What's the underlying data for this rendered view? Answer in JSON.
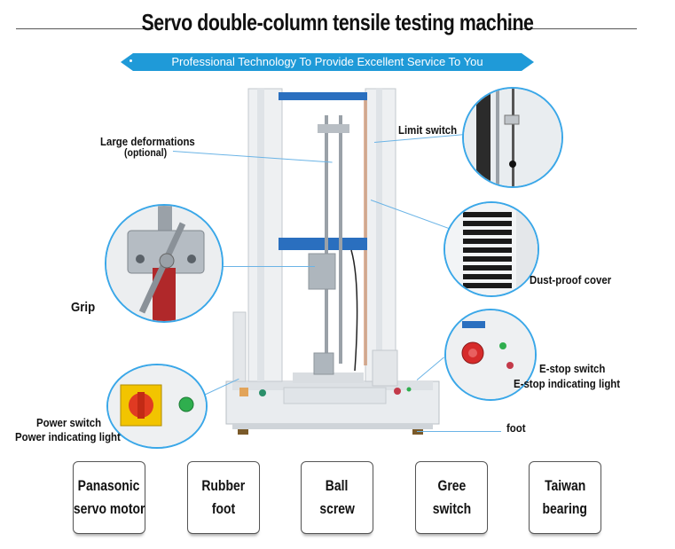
{
  "header": {
    "title": "Servo double-column tensile testing machine",
    "tagline": "Professional Technology To Provide Excellent Service To You"
  },
  "labels": {
    "large_deformations_line1": "Large deformations",
    "large_deformations_line2": "(optional)",
    "limit_switch": "Limit switch",
    "grip": "Grip",
    "dust_proof_cover": "Dust-proof cover",
    "estop_switch": "E-stop switch",
    "estop_light": "E-stop indicating light",
    "power_switch": "Power switch",
    "power_light": "Power indicating light",
    "foot": "foot"
  },
  "parts": [
    {
      "line1": "Panasonic",
      "line2": "servo motor"
    },
    {
      "line1": "Rubber",
      "line2": "foot"
    },
    {
      "line1": "Ball",
      "line2": "screw"
    },
    {
      "line1": "Gree",
      "line2": "switch"
    },
    {
      "line1": "Taiwan",
      "line2": "bearing"
    }
  ],
  "colors": {
    "accent_blue": "#1f9ad8",
    "frame_blue": "#2a6fbf",
    "callout_border": "#3aa7e8",
    "grip_red": "#b0282a",
    "switch_yellow": "#f2c400",
    "estop_red": "#d62b2b",
    "indicator_green": "#2fae4e"
  }
}
